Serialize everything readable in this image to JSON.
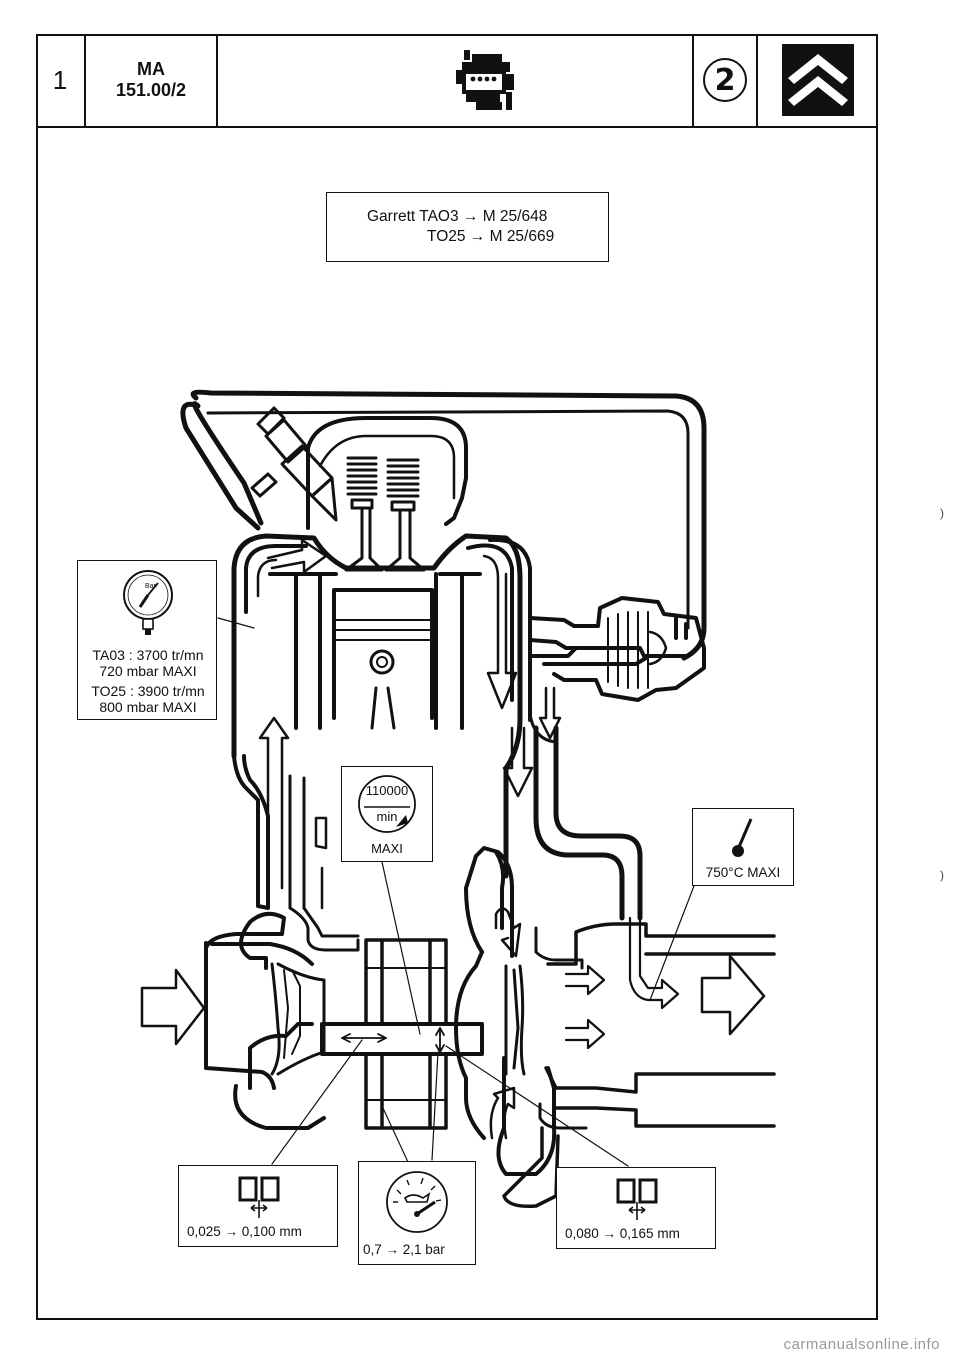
{
  "header": {
    "sheet_number": "1",
    "code_line1": "MA",
    "code_line2": "151.00/2",
    "version": "2",
    "engine_icon": "engine-block-icon",
    "logo_icon": "citroen-double-chevron-icon"
  },
  "reference": {
    "line1": "Garrett TAO3 → M 25/648",
    "line2": "TO25 → M 25/669"
  },
  "boost_pressure": {
    "gauge_unit": "Bar",
    "line1": "TA03 : 3700 tr/mn",
    "line2": "720 mbar MAXI",
    "line3": "TO25 : 3900 tr/mn",
    "line4": "800 mbar MAXI"
  },
  "turbo_speed": {
    "value": "110000",
    "unit": "min",
    "limit": "MAXI"
  },
  "exhaust_temperature": {
    "label": "750°C MAXI"
  },
  "axial_play": {
    "label": "0,025 → 0,100 mm"
  },
  "oil_pressure": {
    "label": "0,7 → 2,1 bar"
  },
  "radial_play": {
    "label": "0,080 → 0,165 mm"
  },
  "watermark": "carmanualsonline.info"
}
